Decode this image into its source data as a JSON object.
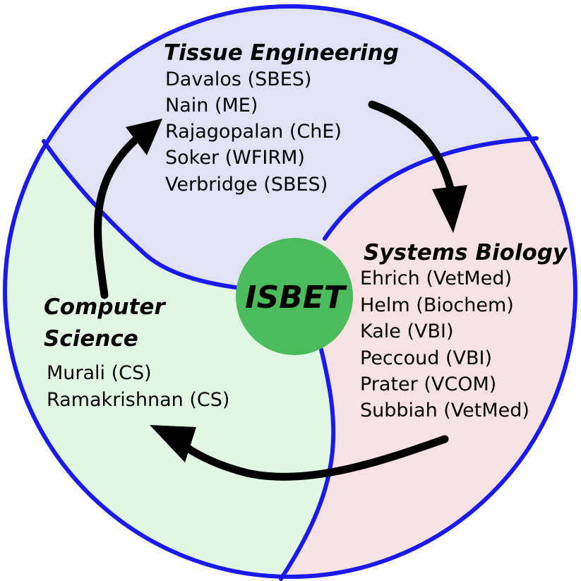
{
  "center": {
    "label": "ISBET"
  },
  "sectors": {
    "tissue_engineering": {
      "title": "Tissue Engineering",
      "members": [
        "Davalos (SBES)",
        "Nain (ME)",
        "Rajagopalan (ChE)",
        "Soker (WFIRM)",
        "Verbridge (SBES)"
      ]
    },
    "systems_biology": {
      "title": "Systems Biology",
      "members": [
        "Ehrich (VetMed)",
        "Helm (Biochem)",
        "Kale (VBI)",
        "Peccoud (VBI)",
        "Prater (VCOM)",
        "Subbiah (VetMed)"
      ]
    },
    "computer_science": {
      "title_lines": [
        "Computer",
        "Science"
      ],
      "members": [
        "Murali (CS)",
        "Ramakrishnan (CS)"
      ]
    }
  },
  "colors": {
    "outline": "#1a1aee",
    "tissue_engineering_fill": "#e2e2f6",
    "systems_biology_fill": "#f6e2e4",
    "computer_science_fill": "#e2f6e4",
    "center_fill": "#4cbb5c",
    "arrow": "#000000"
  }
}
